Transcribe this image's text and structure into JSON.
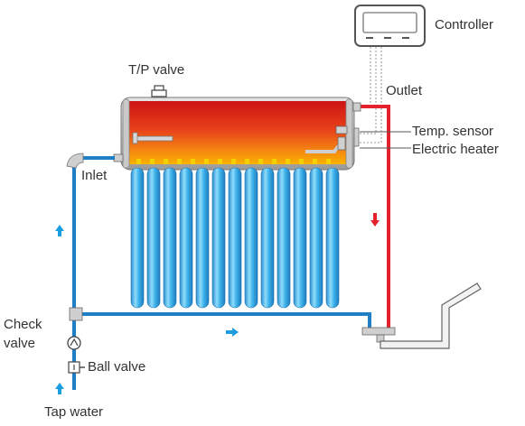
{
  "labels": {
    "controller": "Controller",
    "tp_valve": "T/P valve",
    "outlet": "Outlet",
    "temp_sensor": "Temp. sensor",
    "electric_heater": "Electric heater",
    "inlet": "Inlet",
    "check_valve_line1": "Check",
    "check_valve_line2": "valve",
    "ball_valve": "Ball valve",
    "tap_water": "Tap water"
  },
  "colors": {
    "cold_pipe": "#1f7fc4",
    "hot_pipe": "#e3222b",
    "flow_arrow_cold": "#1b9ee0",
    "flow_arrow_hot": "#e3222b",
    "tank_top": "#d61a1a",
    "tank_bottom": "#f7a600",
    "tube": "#5bc3ee"
  },
  "icons": [
    "controller-icon",
    "tp-valve-icon",
    "check-valve-icon",
    "ball-valve-icon",
    "flow-arrow-icon"
  ]
}
